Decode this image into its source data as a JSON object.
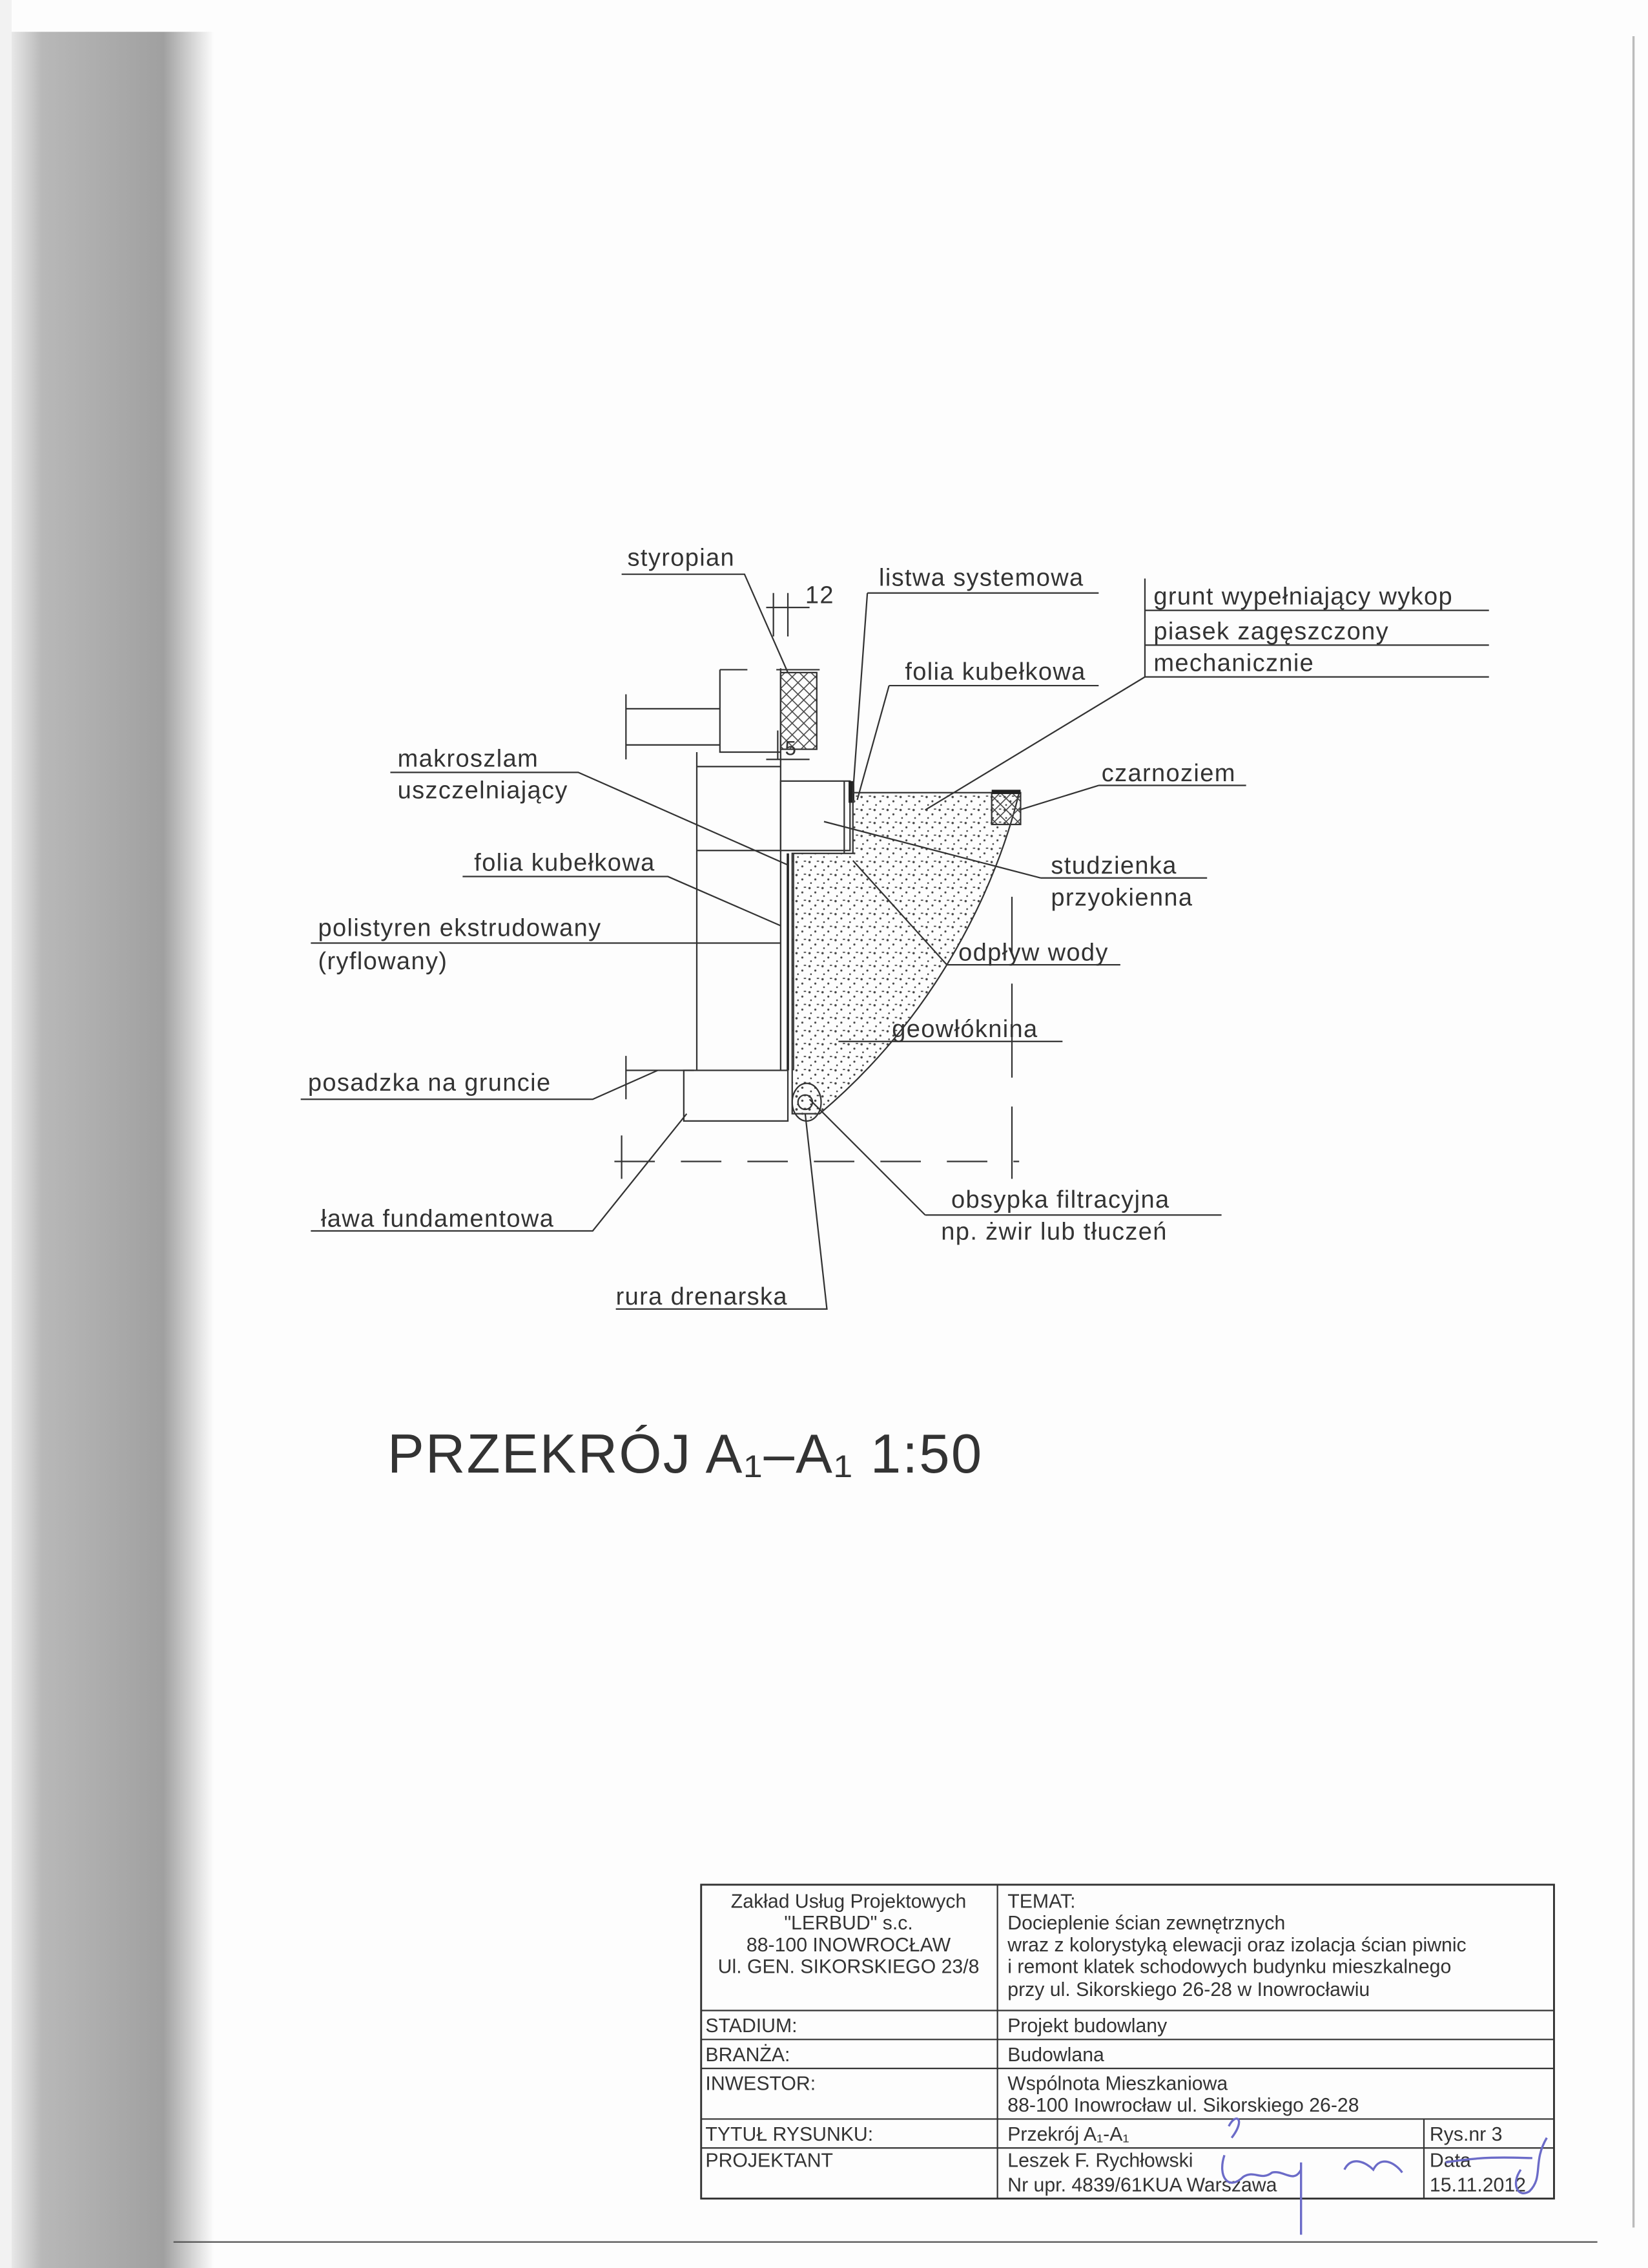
{
  "drawing": {
    "labels": {
      "styropian": "styropian",
      "dim_12": "12",
      "dim_5": "5",
      "listwa": "listwa systemowa",
      "grunt_1": "grunt wypełniający wykop",
      "grunt_2": "piasek zagęszczony",
      "grunt_3": "mechanicznie",
      "folia_top": "folia kubełkowa",
      "czarnoziem": "czarnoziem",
      "makroszlam_1": "makroszlam",
      "makroszlam_2": "uszczelniający",
      "folia_left": "folia kubełkowa",
      "studzienka_1": "studzienka",
      "studzienka_2": "przyokienna",
      "polistyren_1": "polistyren ekstrudowany",
      "polistyren_2": "(ryflowany)",
      "odplyw": "odpływ wody",
      "geowloknina": "geowłóknina",
      "posadzka": "posadzka na gruncie",
      "lawa": "ława fundamentowa",
      "obsypka_1": "obsypka filtracyjna",
      "obsypka_2": "np. żwir lub tłuczeń",
      "rura": "rura drenarska"
    },
    "title": "PRZEKRÓJ A₁–A₁  1:50"
  },
  "title_block": {
    "company": [
      "Zakład Usług Projektowych",
      "\"LERBUD\" s.c.",
      "88-100 INOWROCŁAW",
      "Ul. GEN. SIKORSKIEGO 23/8"
    ],
    "temat_label": "TEMAT:",
    "temat": [
      "Docieplenie ścian zewnętrznych",
      "wraz z kolorystyką elewacji oraz izolacja ścian piwnic",
      "i remont klatek schodowych budynku mieszkalnego",
      "przy ul. Sikorskiego 26-28 w Inowrocławiu"
    ],
    "stadium_label": "STADIUM:",
    "stadium": "Projekt budowlany",
    "branza_label": "BRANŻA:",
    "branza": "Budowlana",
    "inwestor_label": "INWESTOR:",
    "inwestor": [
      "Wspólnota Mieszkaniowa",
      "88-100 Inowrocław ul. Sikorskiego 26-28"
    ],
    "tytul_label": "TYTUŁ RYSUNKU:",
    "tytul": "Przekrój A₁-A₁",
    "rys_nr": "Rys.nr 3",
    "projektant_label": "PROJEKTANT",
    "projektant": [
      "Leszek F. Rychłowski",
      "Nr upr. 4839/61KUA Warszawa"
    ],
    "data_label": "Data",
    "data": "15.11.2012"
  },
  "colors": {
    "ink": "#333333",
    "signature": "#6b6bc8",
    "scan_shadow": "#9a9a9a"
  }
}
